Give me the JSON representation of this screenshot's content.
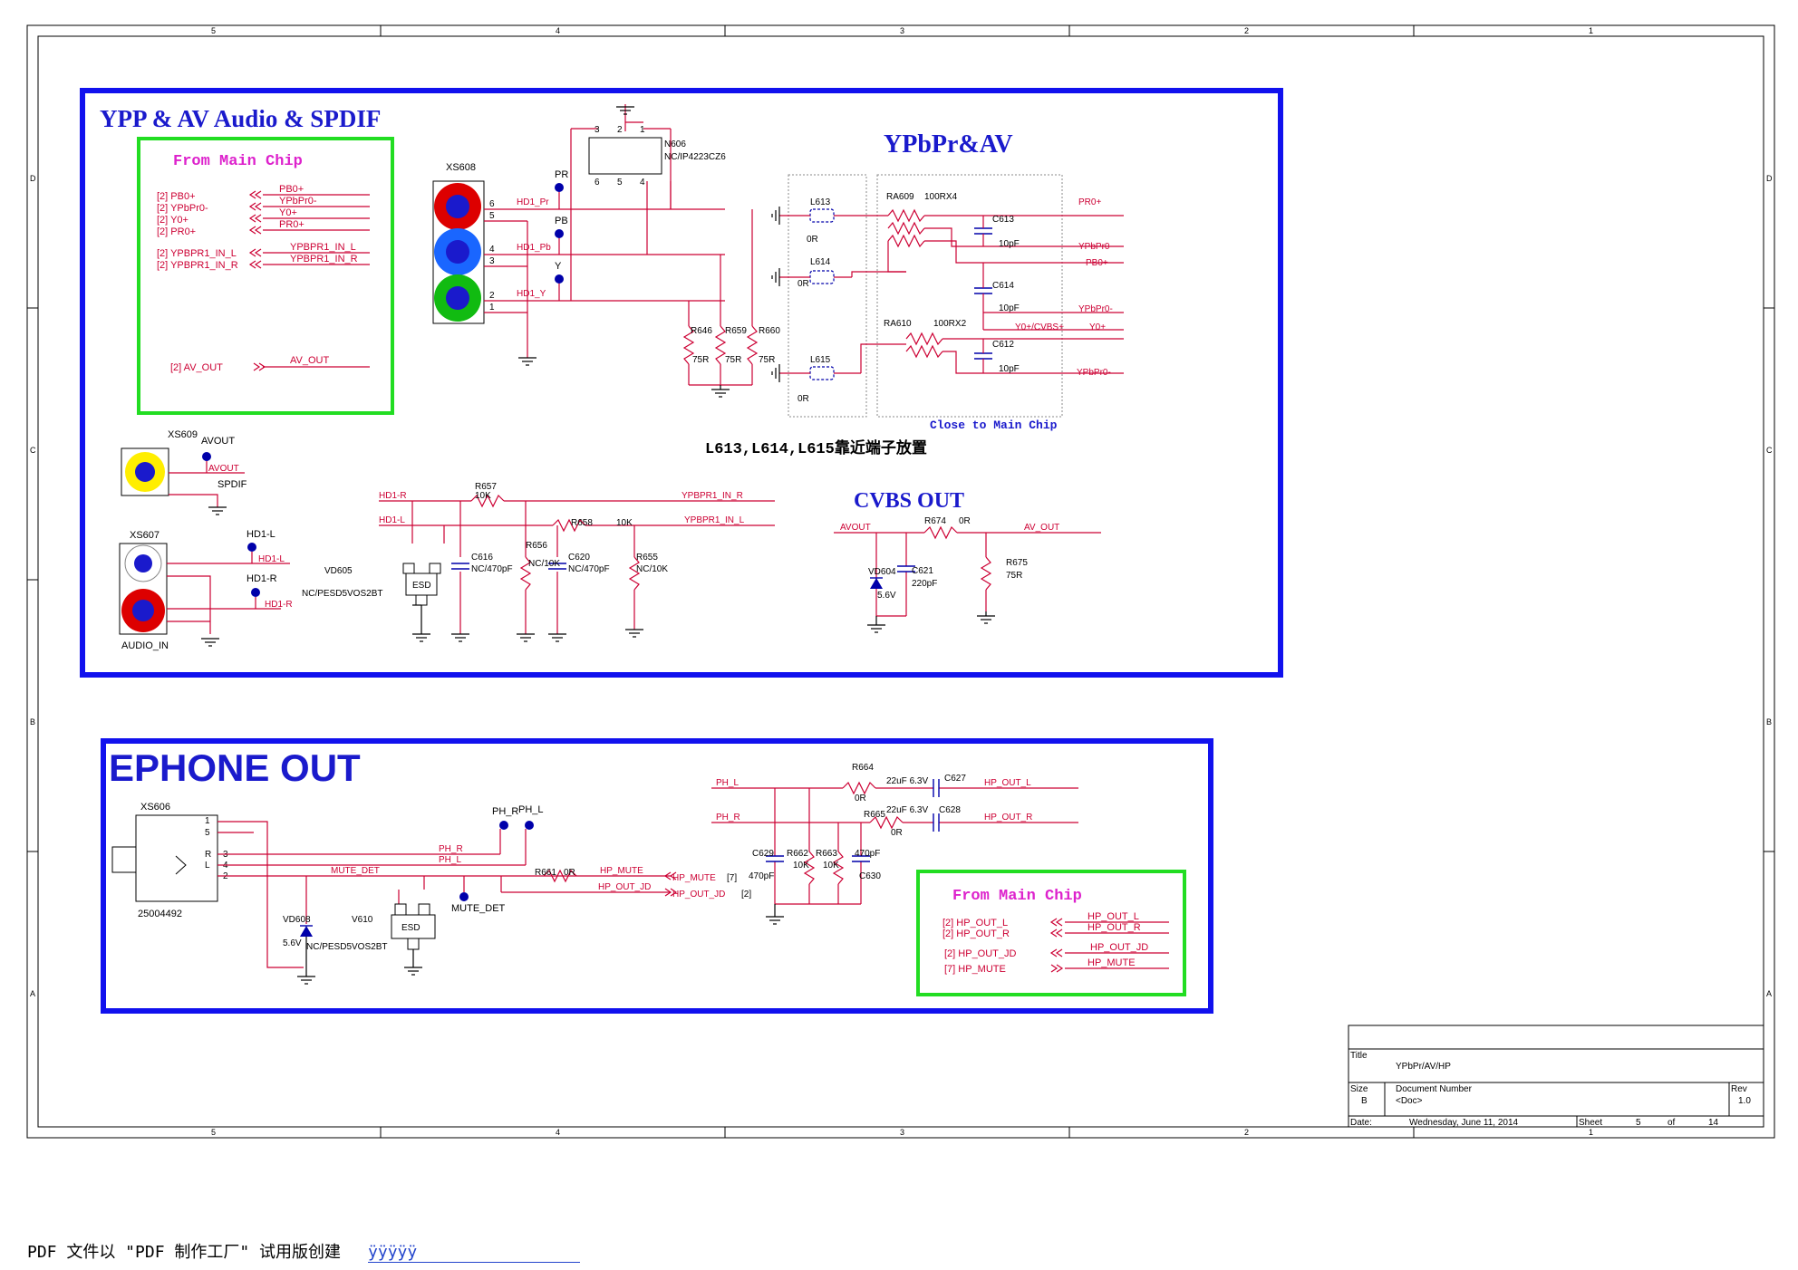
{
  "colors": {
    "frame": "#1111ee",
    "box": "#22dd22",
    "wire": "#cc0033",
    "part": "#0000aa",
    "text": "#000000",
    "title": "#1a1acc",
    "magenta": "#dd22cc",
    "red": "#dd0000",
    "blue": "#1a66ff",
    "green": "#11bb11",
    "yellow": "#ffee00"
  },
  "border": {
    "top": [
      "5",
      "4",
      "3",
      "2",
      "1"
    ],
    "side": [
      "D",
      "C",
      "B",
      "A"
    ]
  },
  "ypp": {
    "title": "YPP & AV Audio & SPDIF",
    "main_chip": "From Main Chip",
    "chip_signals": [
      "[2]  PB0+",
      "[2]  YPbPr0-",
      "[2]  Y0+",
      "[2]  PR0+"
    ],
    "chip_nets": [
      "PB0+",
      "YPbPr0-",
      "Y0+",
      "PR0+"
    ],
    "chip_audio": [
      "[2]  YPBPR1_IN_L",
      "[2]  YPBPR1_IN_R"
    ],
    "chip_audio_nets": [
      "YPBPR1_IN_L",
      "YPBPR1_IN_R"
    ],
    "chip_av": "[2]  AV_OUT",
    "chip_av_net": "AV_OUT",
    "xs608": "XS608",
    "pins608": [
      "6",
      "5",
      "4",
      "3",
      "2",
      "1"
    ],
    "pr": "PR",
    "pb": "PB",
    "y": "Y",
    "hd1_pr": "HD1_Pr",
    "hd1_pb": "HD1_Pb",
    "hd1_y": "HD1_Y",
    "n606": "N606",
    "n606_part": "NC/IP4223CZ6",
    "n606_pins": [
      "3",
      "2",
      "1",
      "6",
      "5",
      "4"
    ],
    "r646": "R646",
    "r659": "R659",
    "r660": "R660",
    "r75": "75R",
    "ypbpr_title": "YPbPr&AV",
    "l613": "L613",
    "l614": "L614",
    "l615": "L615",
    "zero": "0R",
    "ra609": "RA609",
    "ra609_val": "100RX4",
    "ra610": "RA610",
    "ra610_val": "100RX2",
    "c613": "C613",
    "c614": "C614",
    "c612": "C612",
    "pf10": "10pF",
    "out_nets": [
      "PR0+",
      "YPbPr0-",
      "PB0+",
      "YPbPr0-",
      "Y0+/CVBS+",
      "Y0+",
      "YPbPr0-"
    ],
    "close_chip": "Close to Main Chip",
    "note": "L613,L614,L615靠近端子放置",
    "xs609": "XS609",
    "avout": "AVOUT",
    "spdif": "SPDIF",
    "avout_net": "AVOUT",
    "xs607": "XS607",
    "hd1l": "HD1-L",
    "hd1r": "HD1-R",
    "audio_in": "AUDIO_IN",
    "r657": "R657",
    "r658": "R658",
    "k10": "10K",
    "ypbpr_in_r": "YPBPR1_IN_R",
    "ypbpr_in_l": "YPBPR1_IN_L",
    "vd605": "VD605",
    "vd605_part": "NC/PESD5VOS2BT",
    "esd": "ESD",
    "c616": "C616",
    "c620": "C620",
    "nc470": "NC/470pF",
    "r656": "R656",
    "r655": "R655",
    "nc10k": "NC/10K",
    "cvbs": "CVBS OUT",
    "r674": "R674",
    "r674_val": "0R",
    "av_out": "AV_OUT",
    "vd604": "VD604",
    "v56": "5.6V",
    "c621": "C621",
    "c621_val": "220pF",
    "r675": "R675",
    "r675_val": "75R"
  },
  "hp": {
    "title": "EPHONE OUT",
    "xs606": "XS606",
    "part": "25004492",
    "pins": [
      "1",
      "5",
      "3",
      "4",
      "2"
    ],
    "pinlbl": [
      "R",
      "L"
    ],
    "ph_r": "PH_R",
    "ph_l": "PH_L",
    "mute_det": "MUTE_DET",
    "vd608": "VD608",
    "v56": "5.6V",
    "v610": "V610",
    "v610_part": "NC/PESD5VOS2BT",
    "esd": "ESD",
    "r661": "R661",
    "r661_val": "0R",
    "hp_mute": "HP_MUTE",
    "hp_out_jd": "HP_OUT_JD",
    "ref_mute": "[7]",
    "ref_jd": "[2]",
    "r664": "R664",
    "r665": "R665",
    "zero": "0R",
    "c627": "C627",
    "c628": "C628",
    "cap_val": "22uF 6.3V",
    "hp_out_l": "HP_OUT_L",
    "hp_out_r": "HP_OUT_R",
    "c629": "C629",
    "c630": "C630",
    "pf470": "470pF",
    "r662": "R662",
    "r663": "R663",
    "k10": "10K",
    "chip": "From Main Chip",
    "chip_sigs": [
      "[2]  HP_OUT_L",
      "[2]  HP_OUT_R",
      "[2]  HP_OUT_JD",
      "[7]  HP_MUTE"
    ],
    "chip_nets": [
      "HP_OUT_L",
      "HP_OUT_R",
      "HP_OUT_JD",
      "HP_MUTE"
    ]
  },
  "tb": {
    "title_lbl": "Title",
    "title": "YPbPr/AV/HP",
    "size_lbl": "Size",
    "size": "B",
    "docnum_lbl": "Document Number",
    "doc": "<Doc>",
    "rev_lbl": "Rev",
    "rev": "1.0",
    "date_lbl": "Date:",
    "date": "Wednesday, June 11, 2014",
    "sheet_lbl": "Sheet",
    "sheet": "5",
    "of": "of",
    "total": "14"
  },
  "footer": {
    "text": "PDF 文件以 \"PDF 制作工厂\" 试用版创建",
    "wm": "ÿÿÿÿÿ"
  }
}
